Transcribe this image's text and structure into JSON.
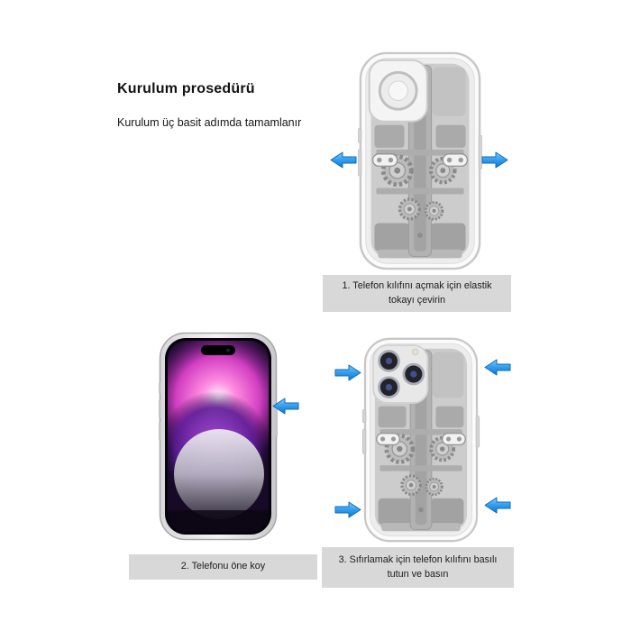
{
  "page": {
    "title": "Kurulum prosedürü",
    "subtitle": "Kurulum üç basit adımda tamamlanır"
  },
  "steps": [
    {
      "index": 1,
      "caption": "1. Telefon kılıfını açmak için elastik tokayı çevirin",
      "figure": "case-back-with-mechanical-pattern",
      "arrows": [
        "left-outward",
        "right-outward"
      ]
    },
    {
      "index": 2,
      "caption": "2. Telefonu öne koy",
      "figure": "phone-front-purple-wallpaper",
      "arrows": [
        "pointing-left-at-phone"
      ]
    },
    {
      "index": 3,
      "caption": "3. Sıfırlamak için telefon kılıfını basılı tutun ve basın",
      "figure": "case-on-phone-back-with-camera-lenses",
      "arrows": [
        "top-left-inward",
        "top-right-inward",
        "bottom-left-inward",
        "bottom-right-inward"
      ]
    }
  ],
  "colors": {
    "background": "#ffffff",
    "caption_background": "#d8d8d8",
    "caption_text": "#1c1c1c",
    "arrow_blue": "#2f9df0",
    "case_gray": "#cccccc"
  },
  "icons": {
    "direction_arrow": "glossy blue solid arrow"
  }
}
